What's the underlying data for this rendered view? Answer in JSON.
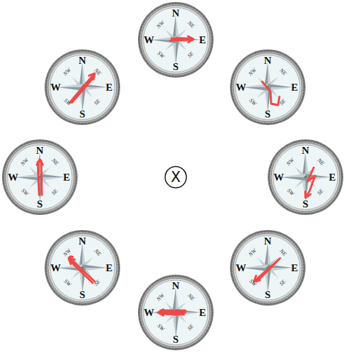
{
  "diagram": {
    "nodes": [
      {
        "text": [
          "N",
          "NE",
          "E",
          "SE",
          "S",
          "SW",
          "W",
          "NW"
        ]
      },
      {
        "text": [
          "N",
          "NE",
          "E",
          "SE",
          "S",
          "SW",
          "W",
          "NW"
        ]
      },
      {
        "text": [
          "N",
          "NE",
          "E",
          "SE",
          "S",
          "SW",
          "W",
          "NW"
        ]
      },
      {
        "text": [
          "N",
          "NE",
          "E",
          "SE",
          "S",
          "SW",
          "W",
          "NW"
        ]
      },
      {
        "text": [
          "X"
        ]
      },
      {
        "text": [
          "N",
          "NE",
          "E",
          "SE",
          "S",
          "SW",
          "W",
          "NW"
        ]
      },
      {
        "text": [
          "N",
          "NE",
          "E",
          "SE",
          "S",
          "SW",
          "W",
          "NW"
        ]
      },
      {
        "text": [
          "N",
          "NE",
          "E",
          "SE",
          "S",
          "SW",
          "W",
          "NW"
        ]
      },
      {
        "text": [
          "N",
          "NE",
          "E",
          "SE",
          "S",
          "SW",
          "W",
          "NW"
        ]
      }
    ]
  }
}
